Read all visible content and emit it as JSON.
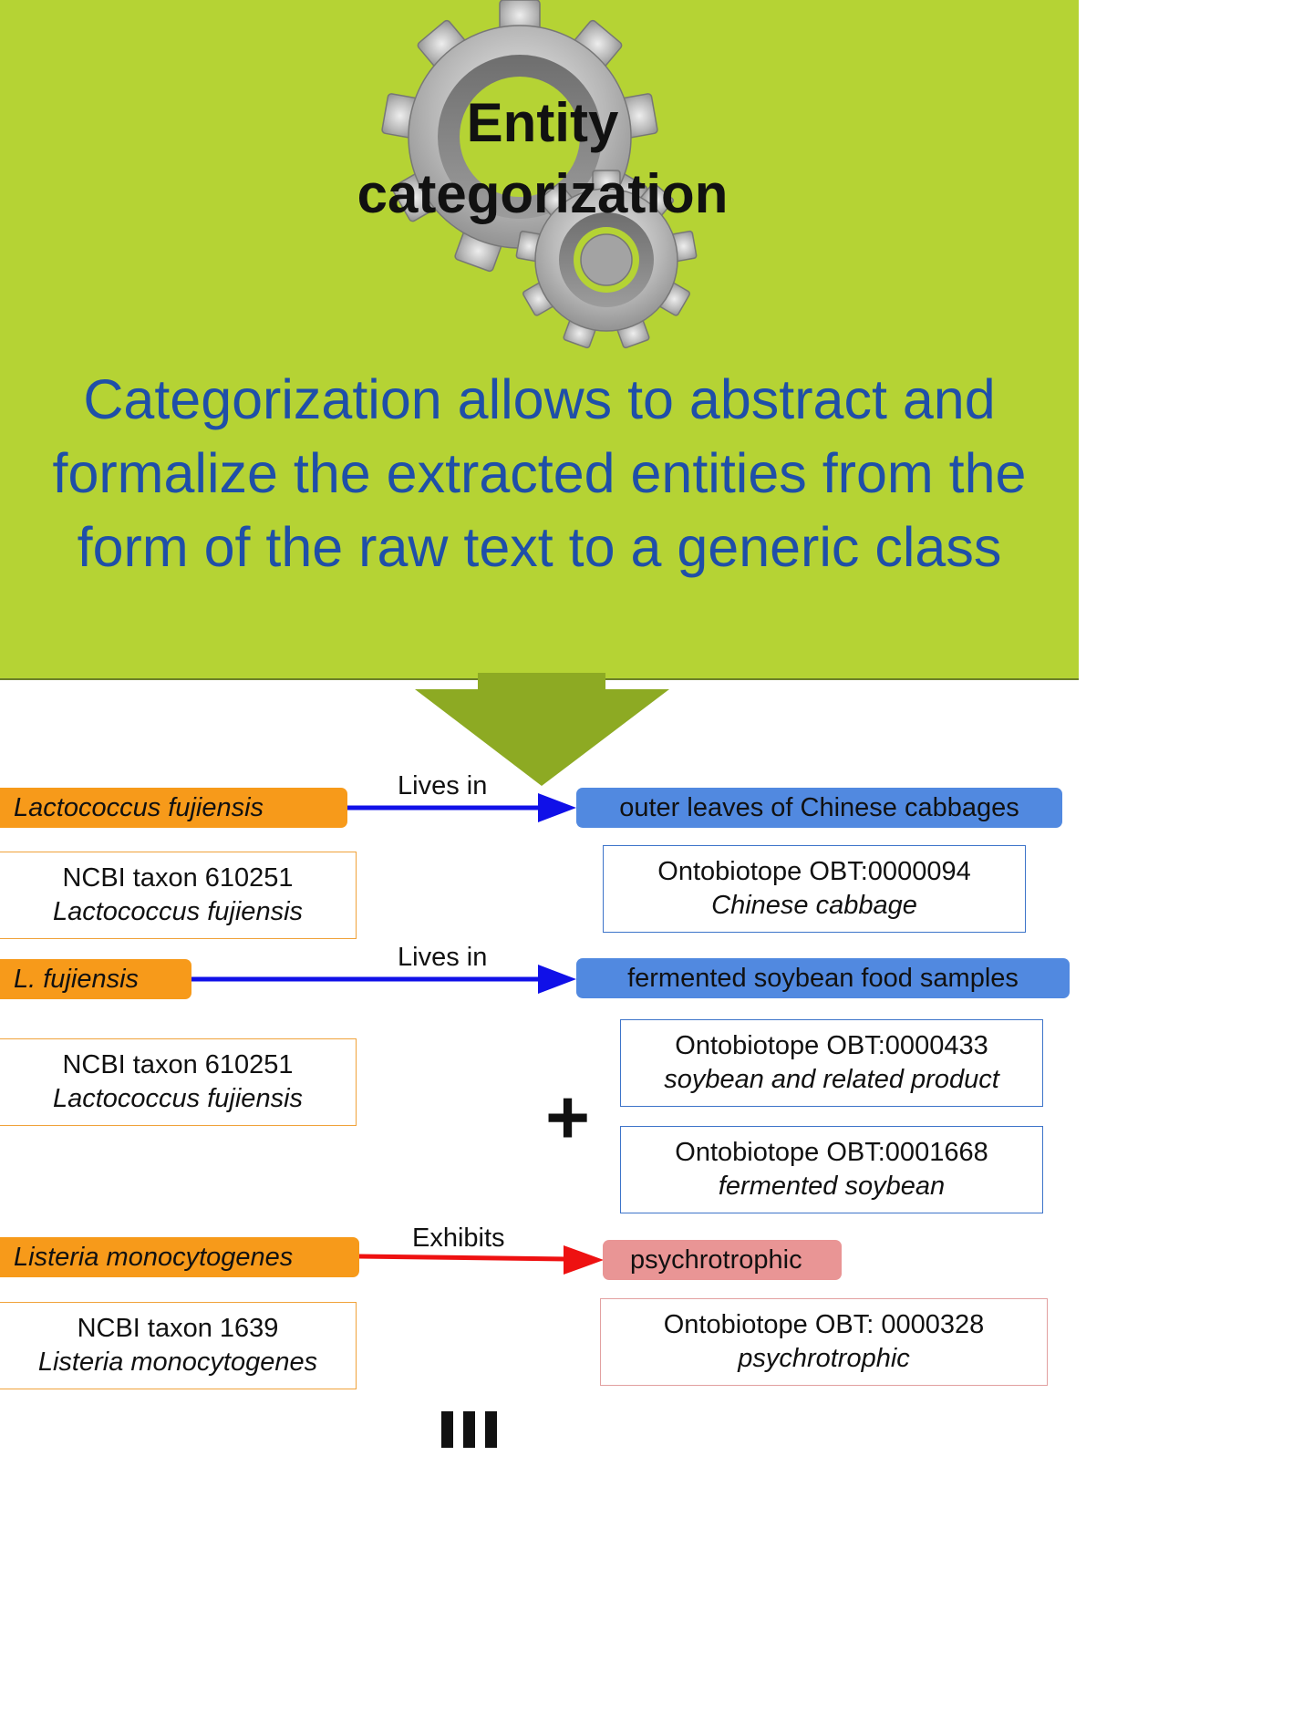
{
  "banner": {
    "title": "Entity categorization",
    "subtitle": "Categorization allows to abstract and formalize the extracted entities from the form of the raw text to a generic class",
    "icon": "gears-icon",
    "colors": {
      "background": "#b5d334",
      "title": "#111111",
      "subtitle": "#1f4fa8",
      "arrow": "#8daa23"
    }
  },
  "examples": [
    {
      "entity": "Lactococcus fujiensis",
      "relation": "Lives in",
      "target": "outer leaves of Chinese cabbages",
      "entity_norm": {
        "id": "NCBI taxon 610251",
        "name": "Lactococcus fujiensis"
      },
      "target_norms": [
        {
          "id": "Ontobiotope OBT:0000094",
          "name": "Chinese cabbage"
        }
      ]
    },
    {
      "entity": "L. fujiensis",
      "relation": "Lives in",
      "target": "fermented soybean food samples",
      "entity_norm": {
        "id": "NCBI taxon 610251",
        "name": "Lactococcus fujiensis"
      },
      "target_norms": [
        {
          "id": "Ontobiotope OBT:0000433",
          "name": "soybean and related product"
        },
        {
          "id": "Ontobiotope OBT:0001668",
          "name": "fermented soybean"
        }
      ],
      "combine_symbol": "+"
    },
    {
      "entity": "Listeria monocytogenes",
      "relation": "Exhibits",
      "target": "psychrotrophic",
      "entity_norm": {
        "id": "NCBI taxon 1639",
        "name": "Listeria monocytogenes"
      },
      "target_norms": [
        {
          "id": "Ontobiotope OBT: 0000328",
          "name": "psychrotrophic"
        }
      ]
    }
  ],
  "colors": {
    "organism": "#f79a1a",
    "habitat": "#5189e0",
    "phenotype": "#e99595",
    "lives_in_arrow": "#1010e8",
    "exhibits_arrow": "#ee1111"
  }
}
